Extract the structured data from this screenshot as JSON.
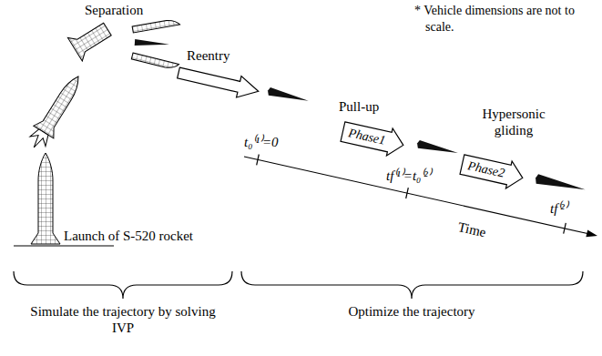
{
  "diagram": {
    "nodes": [
      {
        "text": [
          "Phase1"
        ]
      },
      {
        "text": [
          "Phase2"
        ]
      }
    ],
    "labels": [
      "Separation",
      "* Vehicle dimensions are not to scale.",
      "Reentry",
      "Pull-up",
      "Hypersonic gliding",
      "t₀⁽¹⁾=0",
      "tf⁽¹⁾=t₀⁽²⁾",
      "tf⁽²⁾",
      "Time",
      "Launch of S-520 rocket",
      "Simulate the trajectory by solving IVP",
      "Optimize the trajectory"
    ]
  }
}
